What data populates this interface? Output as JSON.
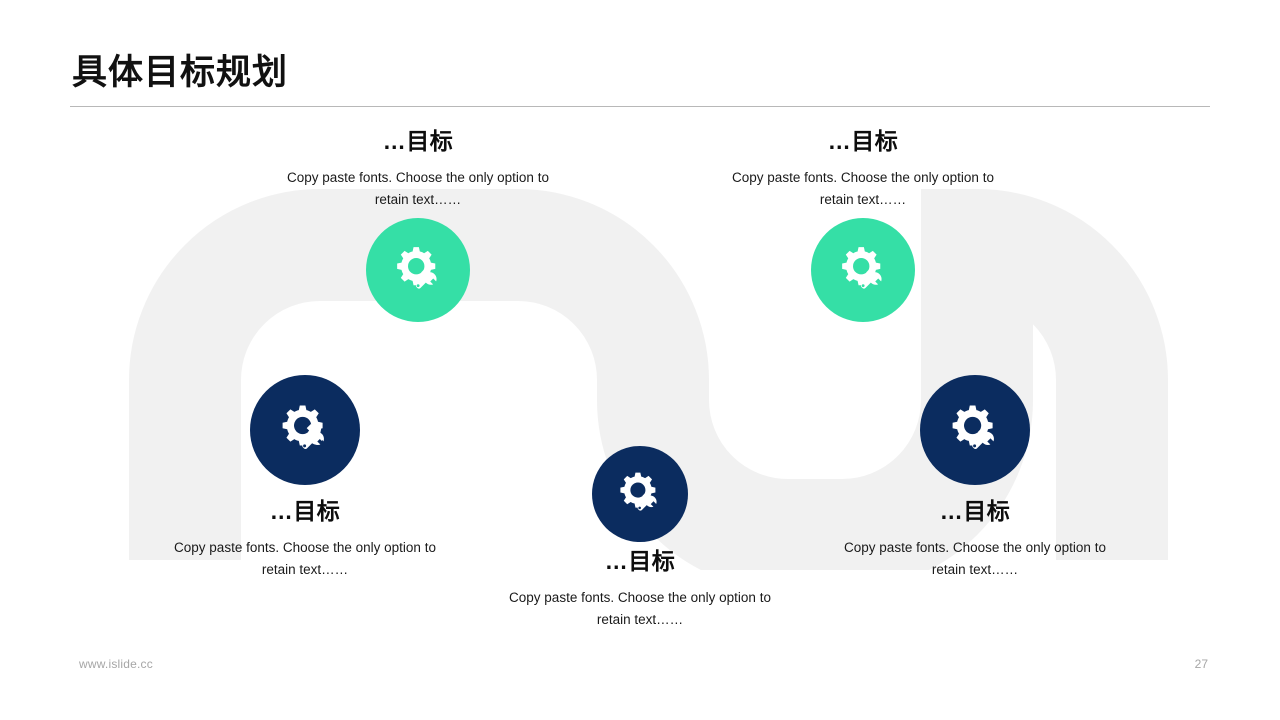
{
  "slide": {
    "title": "具体目标规划",
    "page_number": "27",
    "footer_url": "www.islide.cc",
    "colors": {
      "accent_green": "#35DFA6",
      "accent_navy": "#0B2C5F",
      "ribbon_gray": "#F1F1F1",
      "divider_gray": "#B8B8B8",
      "title_black": "#111111",
      "footer_gray": "#A6A6A6"
    }
  },
  "stages": [
    {
      "id": "stage-1",
      "heading": "…目标",
      "body": "Copy paste fonts. Choose the only option to retain text……",
      "icon": "gear-wrench-icon",
      "circle_color": "#0B2C5F",
      "position": "bottom-left"
    },
    {
      "id": "stage-2",
      "heading": "…目标",
      "body": "Copy paste fonts. Choose the only option to retain text……",
      "icon": "gear-wrench-icon",
      "circle_color": "#35DFA6",
      "position": "top-left"
    },
    {
      "id": "stage-3",
      "heading": "…目标",
      "body": "Copy paste fonts. Choose the only option to retain text……",
      "icon": "gear-wrench-icon",
      "circle_color": "#0B2C5F",
      "position": "bottom-center"
    },
    {
      "id": "stage-4",
      "heading": "…目标",
      "body": "Copy paste fonts. Choose the only option to retain text……",
      "icon": "gear-wrench-icon",
      "circle_color": "#35DFA6",
      "position": "top-right"
    },
    {
      "id": "stage-5",
      "heading": "…目标",
      "body": "Copy paste fonts. Choose the only option to retain text……",
      "icon": "gear-wrench-icon",
      "circle_color": "#0B2C5F",
      "position": "bottom-right"
    }
  ]
}
